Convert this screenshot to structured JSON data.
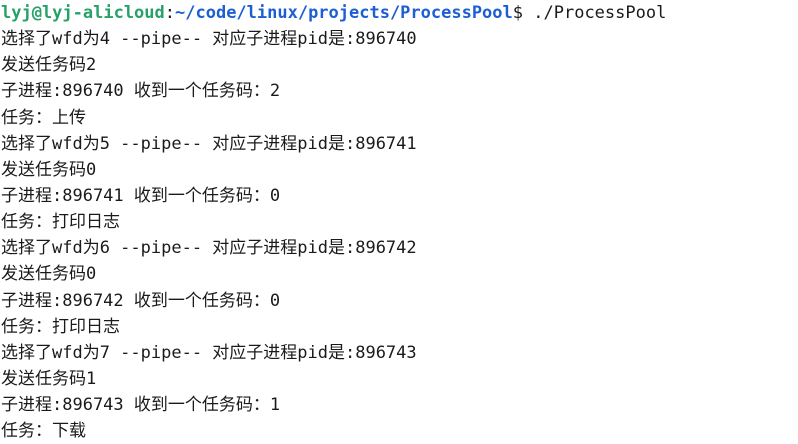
{
  "prompt": {
    "user_host": "lyj@lyj-alicloud",
    "separator": ":",
    "path": "~/code/linux/projects/ProcessPool",
    "symbol": "$",
    "command": " ./ProcessPool",
    "colors": {
      "user_host": "#26a269",
      "path": "#1c5fd4",
      "text": "#1a1a1a",
      "background": "#ffffff"
    }
  },
  "output": [
    "选择了wfd为4 --pipe-- 对应子进程pid是:896740",
    "发送任务码2",
    "子进程:896740 收到一个任务码：2",
    "任务：上传",
    "选择了wfd为5 --pipe-- 对应子进程pid是:896741",
    "发送任务码0",
    "子进程:896741 收到一个任务码：0",
    "任务：打印日志",
    "选择了wfd为6 --pipe-- 对应子进程pid是:896742",
    "发送任务码0",
    "子进程:896742 收到一个任务码：0",
    "任务：打印日志",
    "选择了wfd为7 --pipe-- 对应子进程pid是:896743",
    "发送任务码1",
    "子进程:896743 收到一个任务码：1",
    "任务：下载"
  ]
}
